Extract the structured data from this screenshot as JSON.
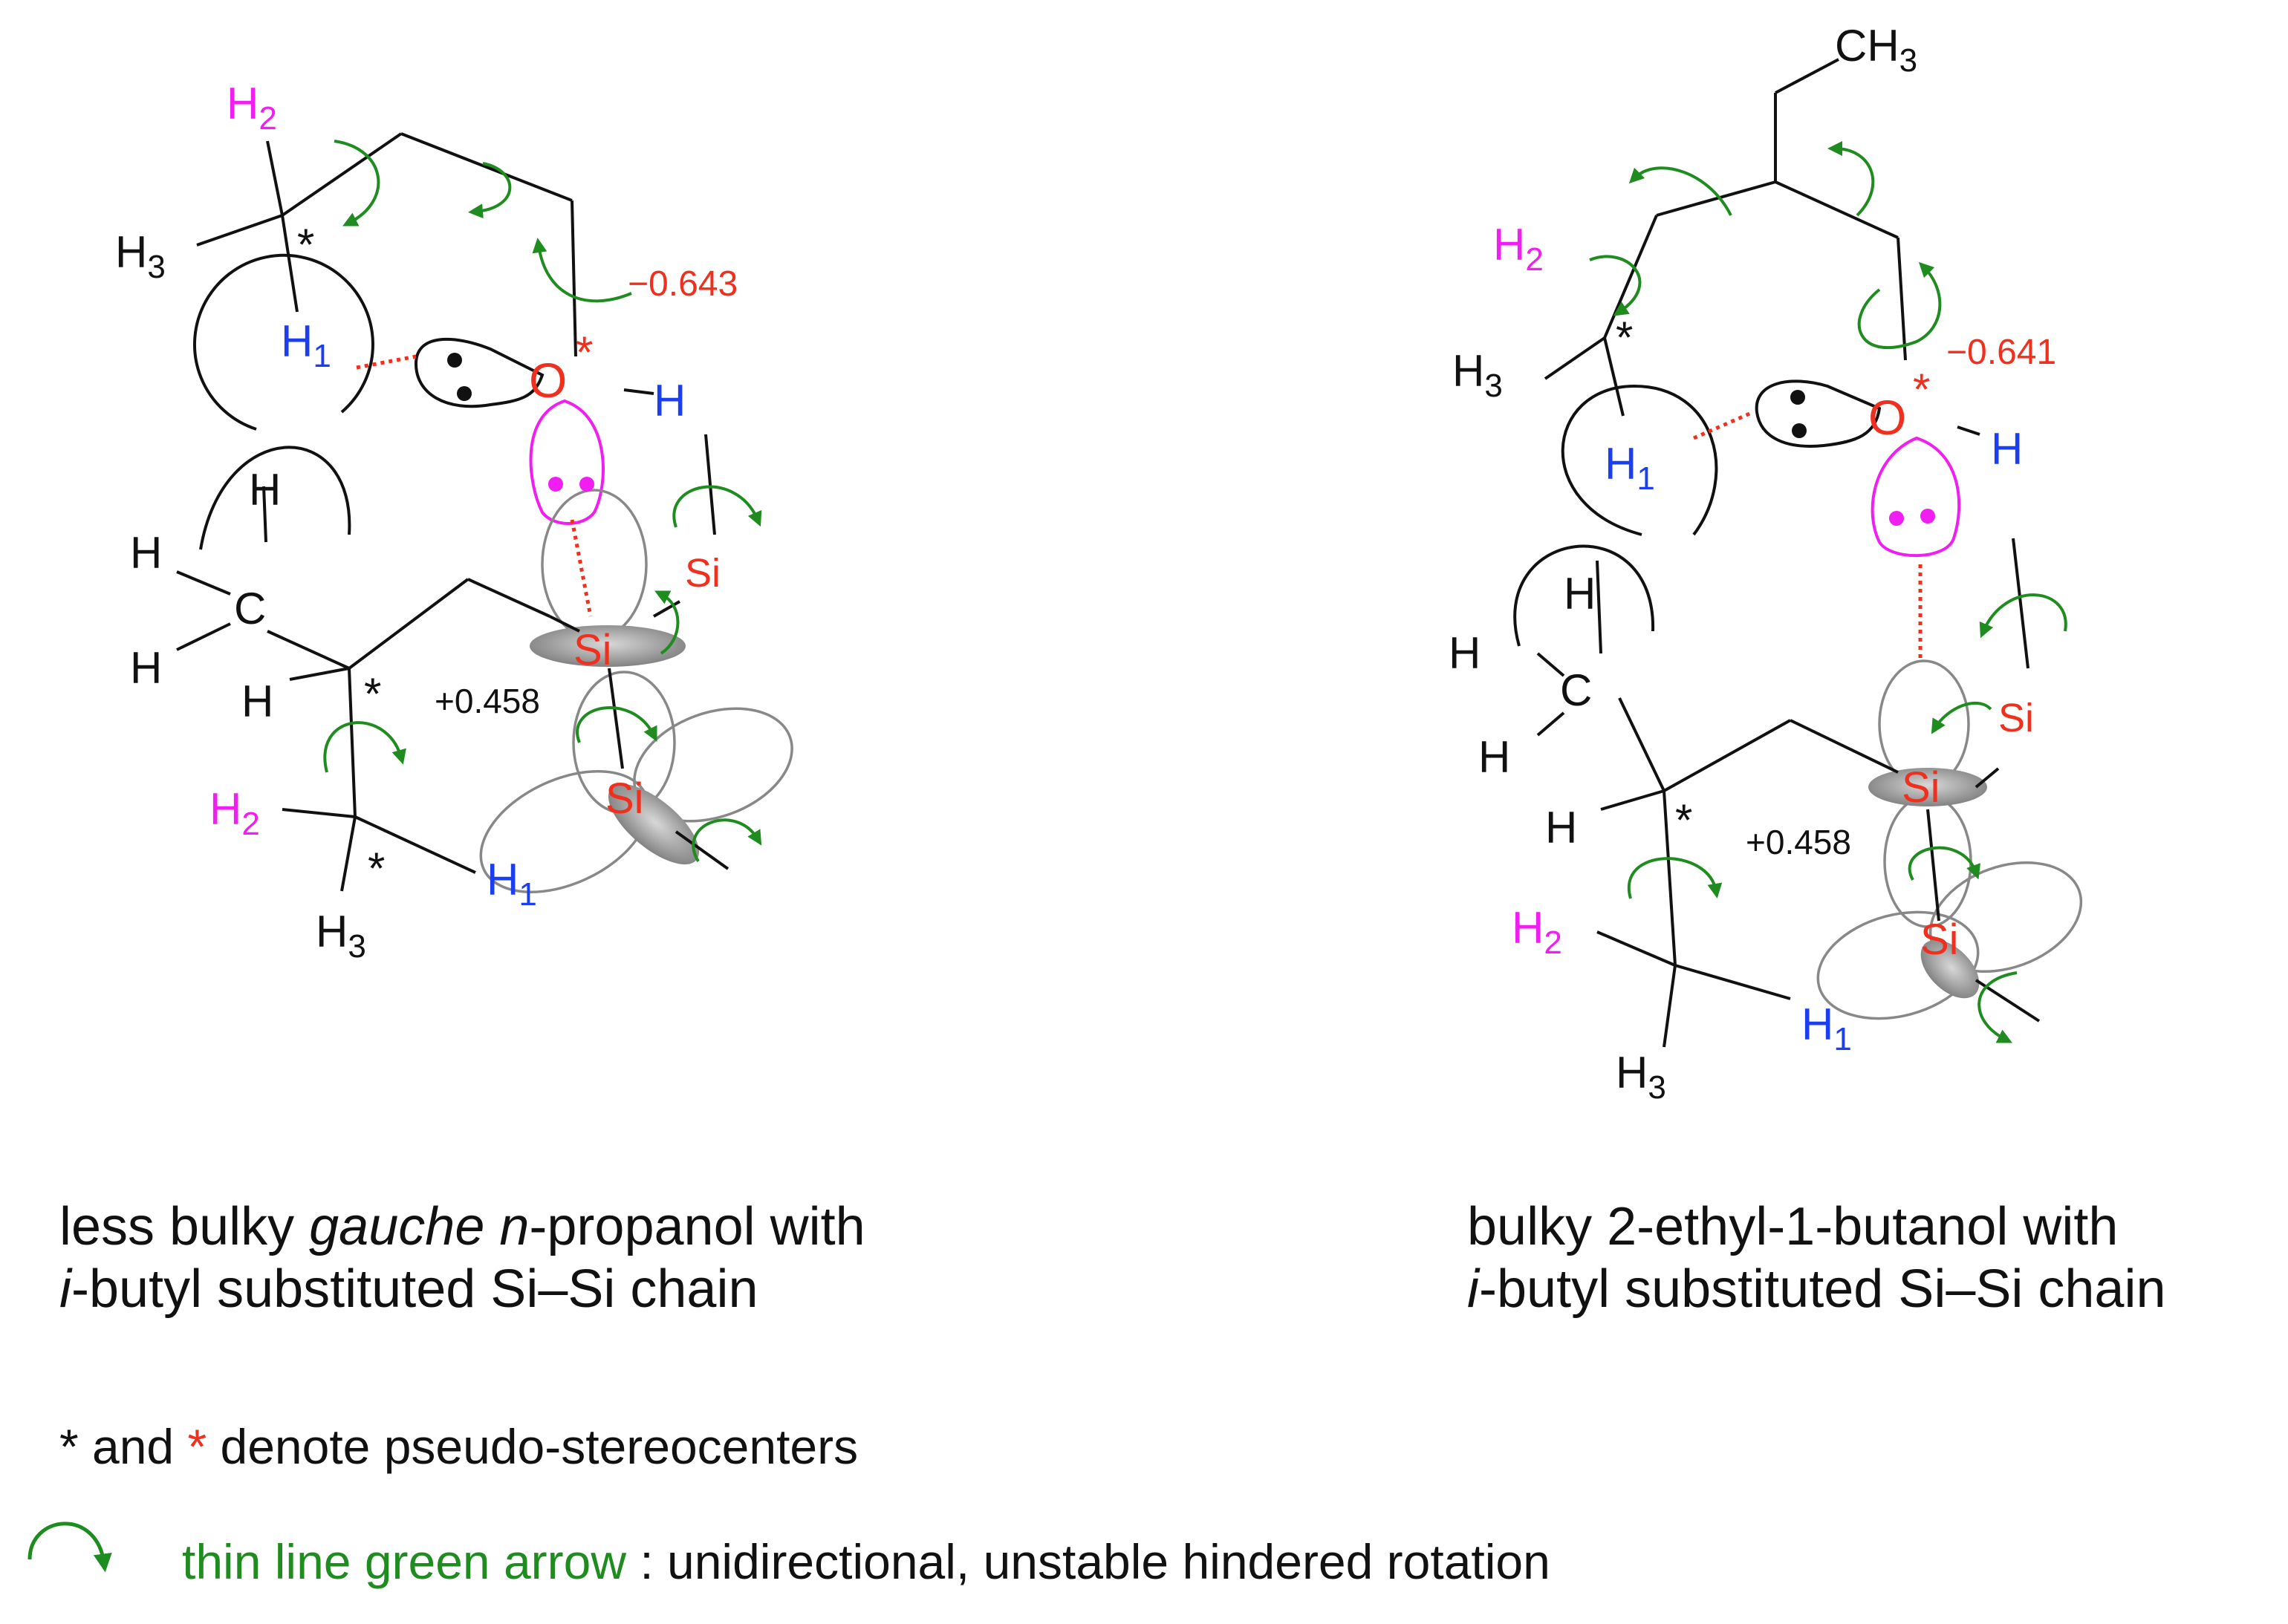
{
  "colors": {
    "black": "#111111",
    "red": "#f0301e",
    "blue": "#1a3ef0",
    "magenta": "#f01ef0",
    "green": "#1e8c1e",
    "gray": "#888888"
  },
  "left": {
    "atoms": {
      "H2_top": "H",
      "H2_top_sub": "2",
      "H3_top": "H",
      "H3_top_sub": "3",
      "H1_top": "H",
      "H1_top_sub": "1",
      "O": "O",
      "OH_H": "H",
      "Si_upper": "Si",
      "Si_mid": "Si",
      "Si_low": "Si",
      "C": "C",
      "CH_top": "H",
      "CH_left": "H",
      "CH_bottom": "H",
      "H_stereo": "H",
      "H2_bot": "H",
      "H2_bot_sub": "2",
      "H3_bot": "H",
      "H3_bot_sub": "3",
      "H1_bot": "H",
      "H1_bot_sub": "1",
      "star1": "*",
      "star2": "*",
      "star3": "*",
      "starO": "*"
    },
    "charge_O": "−0.643",
    "charge_Si": "+0.458"
  },
  "right": {
    "atoms": {
      "CH3": "CH",
      "CH3_sub": "3",
      "H2_top": "H",
      "H2_top_sub": "2",
      "H3_top": "H",
      "H3_top_sub": "3",
      "H1_top": "H",
      "H1_top_sub": "1",
      "O": "O",
      "OH_H": "H",
      "Si_upper": "Si",
      "Si_mid": "Si",
      "Si_low": "Si",
      "C": "C",
      "CH_top": "H",
      "CH_left": "H",
      "CH_bottom": "H",
      "H_stereo": "H",
      "H2_bot": "H",
      "H2_bot_sub": "2",
      "H3_bot": "H",
      "H3_bot_sub": "3",
      "H1_bot": "H",
      "H1_bot_sub": "1",
      "star1": "*",
      "star2": "*",
      "starO": "*"
    },
    "charge_O": "−0.641",
    "charge_Si": "+0.458"
  },
  "captions": {
    "left_line1_a": "less bulky ",
    "left_line1_b": "gauche n",
    "left_line1_c": "-propanol with",
    "left_line2_a": "i",
    "left_line2_b": "-butyl substituted Si–Si chain",
    "right_line1": "bulky 2-ethyl-1-butanol with",
    "right_line2_a": "i",
    "right_line2_b": "-butyl substituted Si–Si chain"
  },
  "notes": {
    "stereo_black": "*",
    "stereo_and": " and ",
    "stereo_red": "*",
    "stereo_rest": " denote pseudo-stereocenters",
    "arrow_green": "thin line green arrow",
    "arrow_rest": " : unidirectional, unstable hindered rotation"
  }
}
